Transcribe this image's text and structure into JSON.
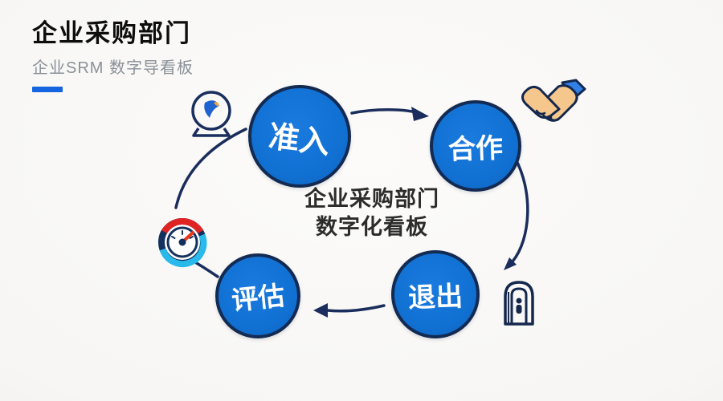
{
  "header": {
    "title": "企业采购部门",
    "subtitle": "企业SRM 数字导看板",
    "accent_color": "#1565e0"
  },
  "center_label": {
    "line1": "企业采购部门",
    "line2": "数字化看板"
  },
  "diagram": {
    "type": "circular-process",
    "sequence": [
      "准入",
      "合作",
      "退出",
      "评估"
    ],
    "nodes": [
      {
        "id": "access",
        "label": "准入",
        "icon": "stamp-icon"
      },
      {
        "id": "cooperation",
        "label": "合作",
        "icon": "handshake-icon"
      },
      {
        "id": "exit",
        "label": "退出",
        "icon": "door-icon"
      },
      {
        "id": "evaluation",
        "label": "评估",
        "icon": "gauge-icon"
      }
    ],
    "colors": {
      "node_fill": "#1373d6",
      "node_border": "#132a52",
      "node_text": "#ffffff",
      "arrow": "#1b2d5c",
      "gauge_red": "#e02424",
      "gauge_cyan": "#29b9ea",
      "hand_tan": "#f6c78c",
      "cuff_blue": "#3180e8"
    }
  }
}
